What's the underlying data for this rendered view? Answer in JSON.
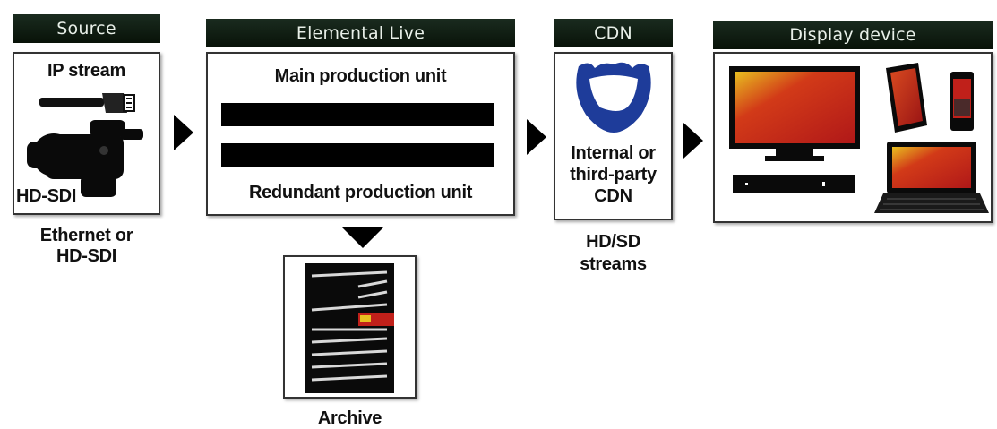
{
  "headers": {
    "source": "Source",
    "elemental": "Elemental Live",
    "cdn": "CDN",
    "display": "Display device"
  },
  "source": {
    "ip_stream": "IP stream",
    "hdsdi": "HD-SDI",
    "caption_line1": "Ethernet or",
    "caption_line2": "HD-SDI"
  },
  "elemental": {
    "main_unit": "Main production unit",
    "redundant_unit": "Redundant production unit"
  },
  "archive": {
    "label": "Archive"
  },
  "cdn": {
    "line1": "Internal or",
    "line2": "third-party",
    "line3": "CDN",
    "caption_line1": "HD/SD",
    "caption_line2": "streams"
  },
  "icons": {
    "camera": "video-camera-icon",
    "cable": "ethernet-cable-icon",
    "globe": "globe-icon",
    "server": "server-rack-icon",
    "tv": "television-icon",
    "tablet": "tablet-icon",
    "phone": "smartphone-icon",
    "laptop": "laptop-icon",
    "settop": "set-top-box-icon"
  },
  "colors": {
    "header_bg": "#0b1a10",
    "header_text": "#e8efe8",
    "screen_red": "#c0201a",
    "screen_yellow": "#e8c020",
    "globe_blue": "#1e3c9a"
  }
}
